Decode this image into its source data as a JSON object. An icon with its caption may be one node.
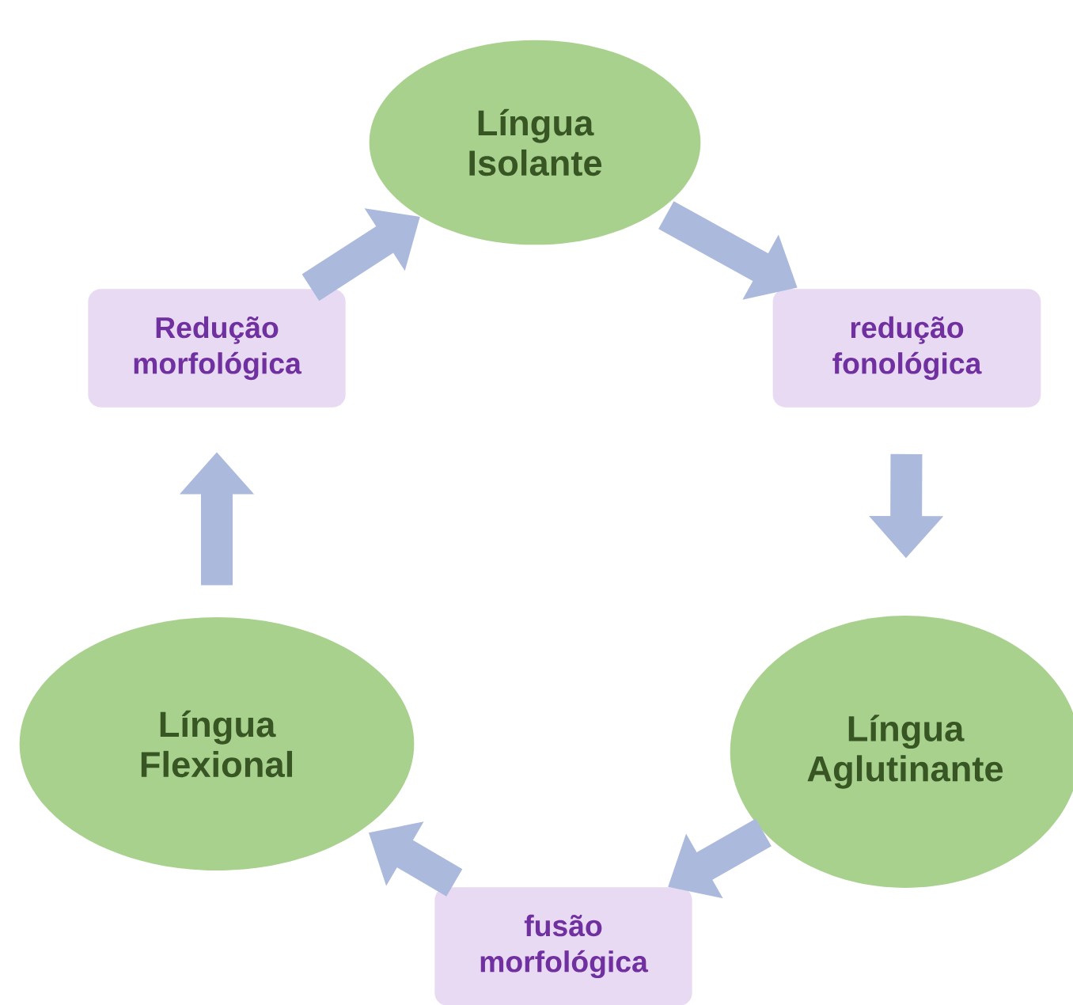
{
  "diagram": {
    "nodes": [
      {
        "text": [
          "Língua Isolante"
        ]
      },
      {
        "text": [
          "redução fonológica"
        ]
      },
      {
        "text": [
          "Língua Aglutinante"
        ]
      },
      {
        "text": [
          "fusão morfológica"
        ]
      },
      {
        "text": [
          "Língua Flexional"
        ]
      },
      {
        "text": [
          "Redução morfológica"
        ]
      }
    ],
    "edges": [
      {
        "from": 0,
        "to": 1,
        "arrow": "to"
      },
      {
        "from": 1,
        "to": 2,
        "arrow": "to"
      },
      {
        "from": 2,
        "to": 3,
        "arrow": "to"
      },
      {
        "from": 3,
        "to": 4,
        "arrow": "to"
      },
      {
        "from": 4,
        "to": 5,
        "arrow": "to"
      },
      {
        "from": 5,
        "to": 0,
        "arrow": "to"
      }
    ]
  }
}
